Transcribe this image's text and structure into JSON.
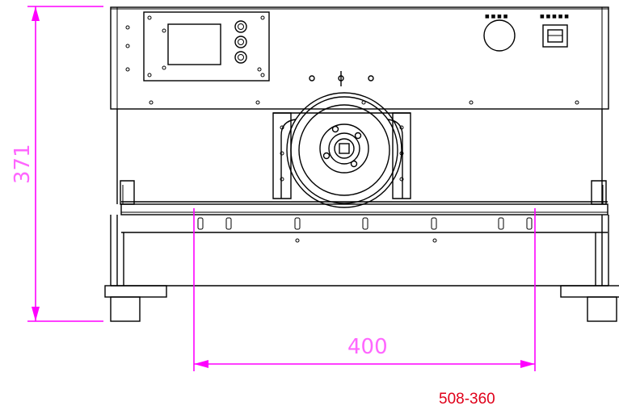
{
  "drawing": {
    "code": "508-360",
    "dims": {
      "height": "371",
      "width": "400"
    },
    "colors": {
      "line": "#000000",
      "dimension": "#ff00ff",
      "dimension_text": "#ff66ff",
      "code_text": "#e0001a"
    }
  }
}
